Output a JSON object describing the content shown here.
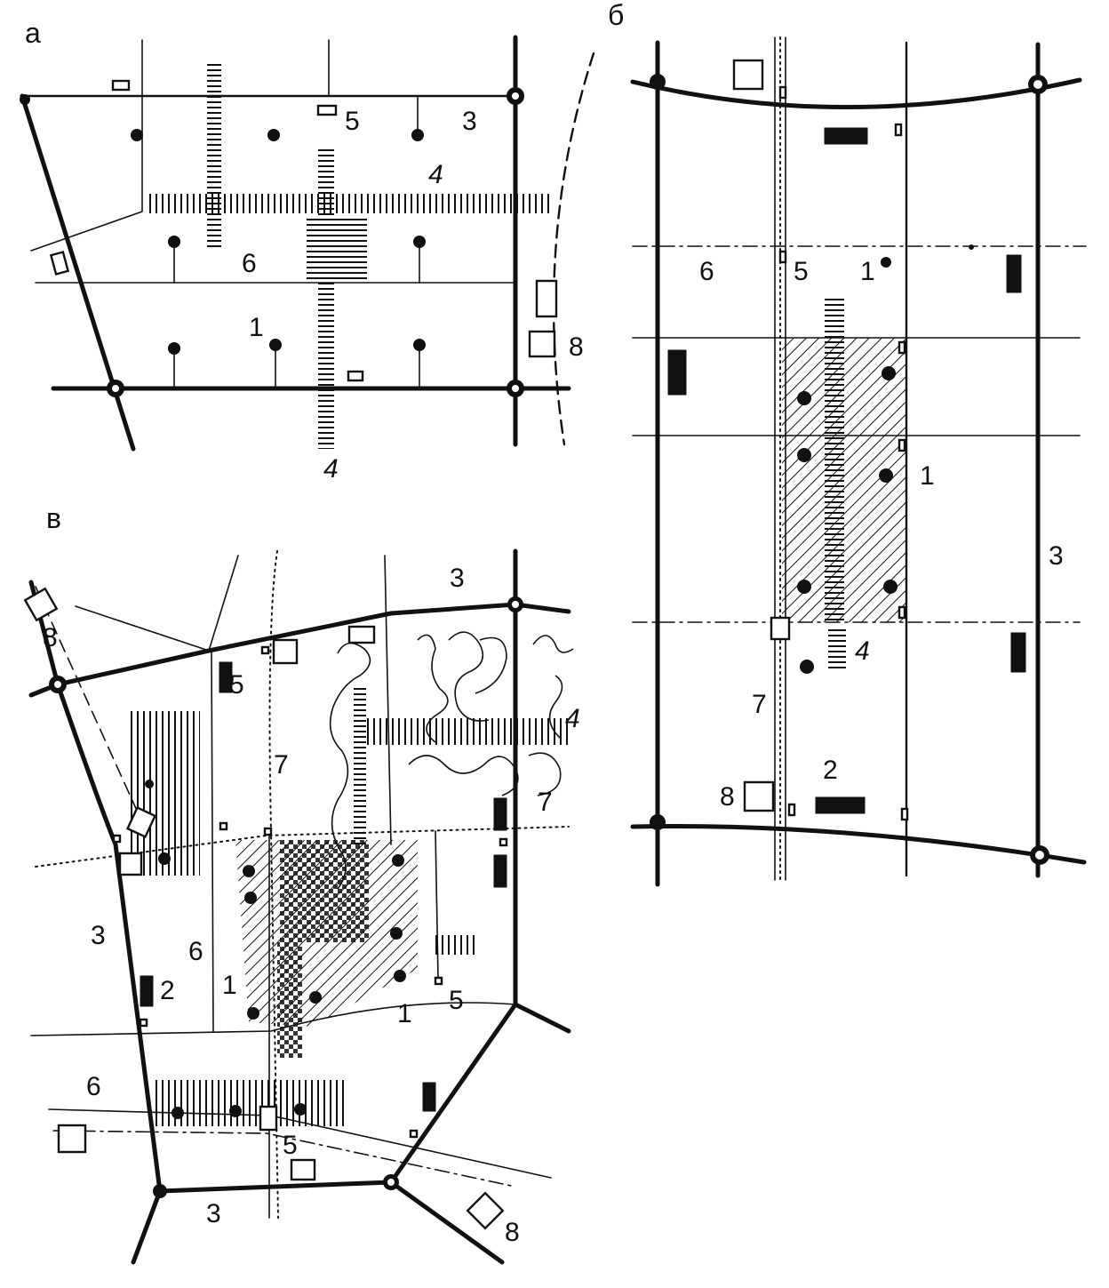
{
  "panels": [
    {
      "id": "a",
      "label": "а",
      "numbers": [
        "5",
        "3",
        "4",
        "6",
        "1",
        "8",
        "4"
      ]
    },
    {
      "id": "b",
      "label": "б",
      "numbers": [
        "6",
        "5",
        "1",
        "1",
        "3",
        "4",
        "7",
        "2",
        "8"
      ]
    },
    {
      "id": "v",
      "label": "в",
      "numbers": [
        "8",
        "5",
        "3",
        "4",
        "7",
        "7",
        "3",
        "6",
        "1",
        "2",
        "1",
        "5",
        "6",
        "5",
        "3",
        "8"
      ]
    }
  ],
  "legend_colors": {
    "ink": "#111111",
    "paper": "#ffffff"
  }
}
